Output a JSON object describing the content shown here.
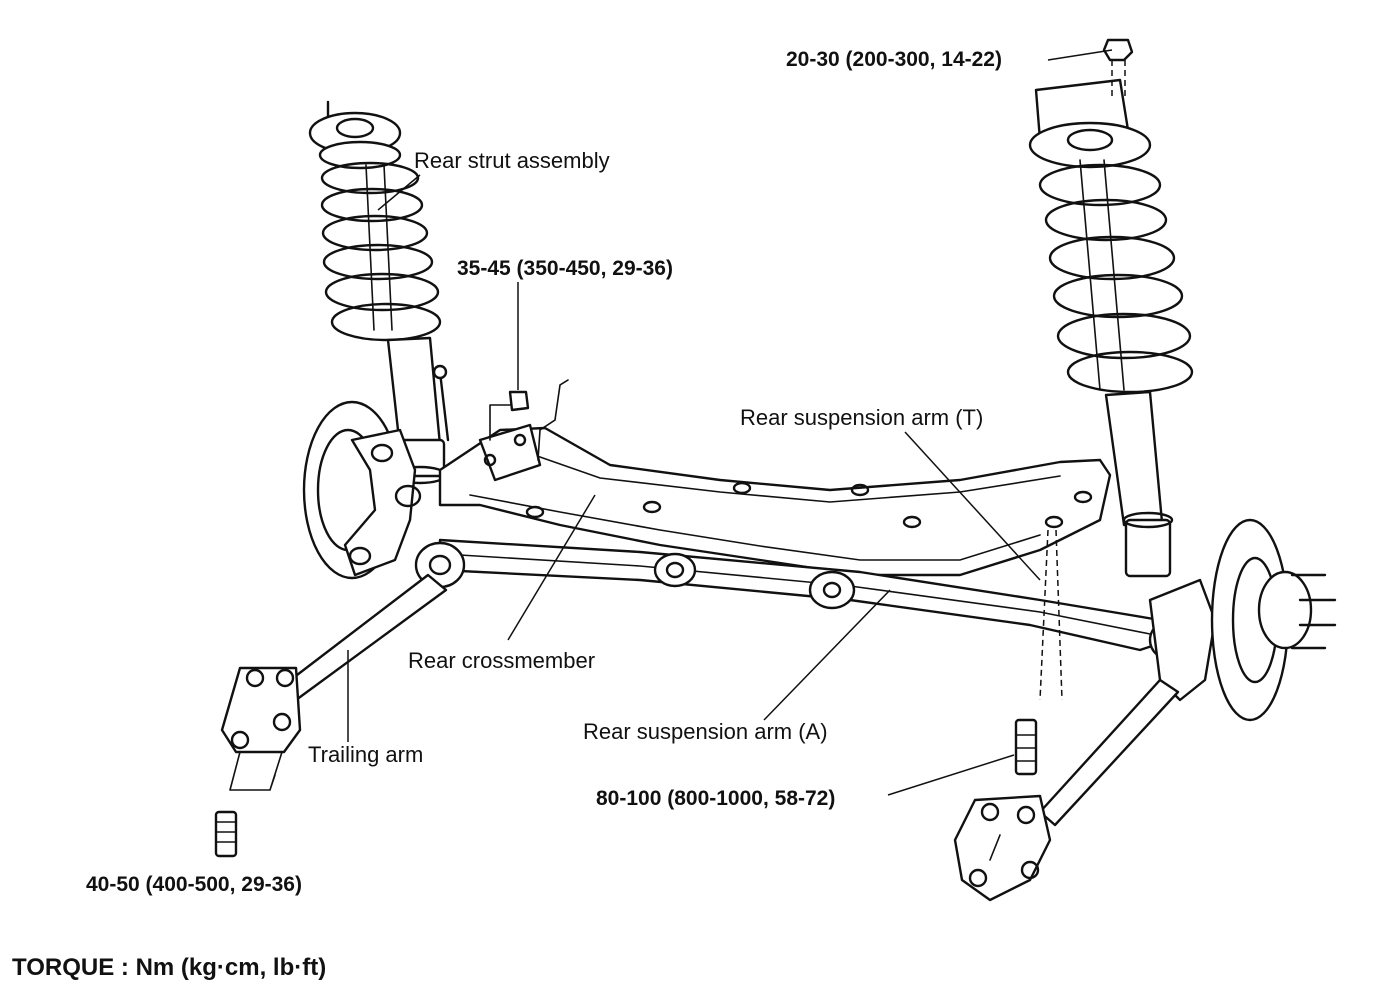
{
  "labels": {
    "rear_strut_assembly": "Rear strut assembly",
    "rear_suspension_arm_t": "Rear suspension arm (T)",
    "rear_crossmember": "Rear crossmember",
    "rear_suspension_arm_a": "Rear suspension arm (A)",
    "trailing_arm": "Trailing arm"
  },
  "torques": {
    "strut_top_nut": "20-30 (200-300, 14-22)",
    "crossmember_bolt": "35-45 (350-450, 29-36)",
    "suspension_arm_bolt": "80-100 (800-1000, 58-72)",
    "trailing_arm_bolt": "40-50 (400-500, 29-36)"
  },
  "units_note": "TORQUE : Nm (kg·cm, lb·ft)"
}
